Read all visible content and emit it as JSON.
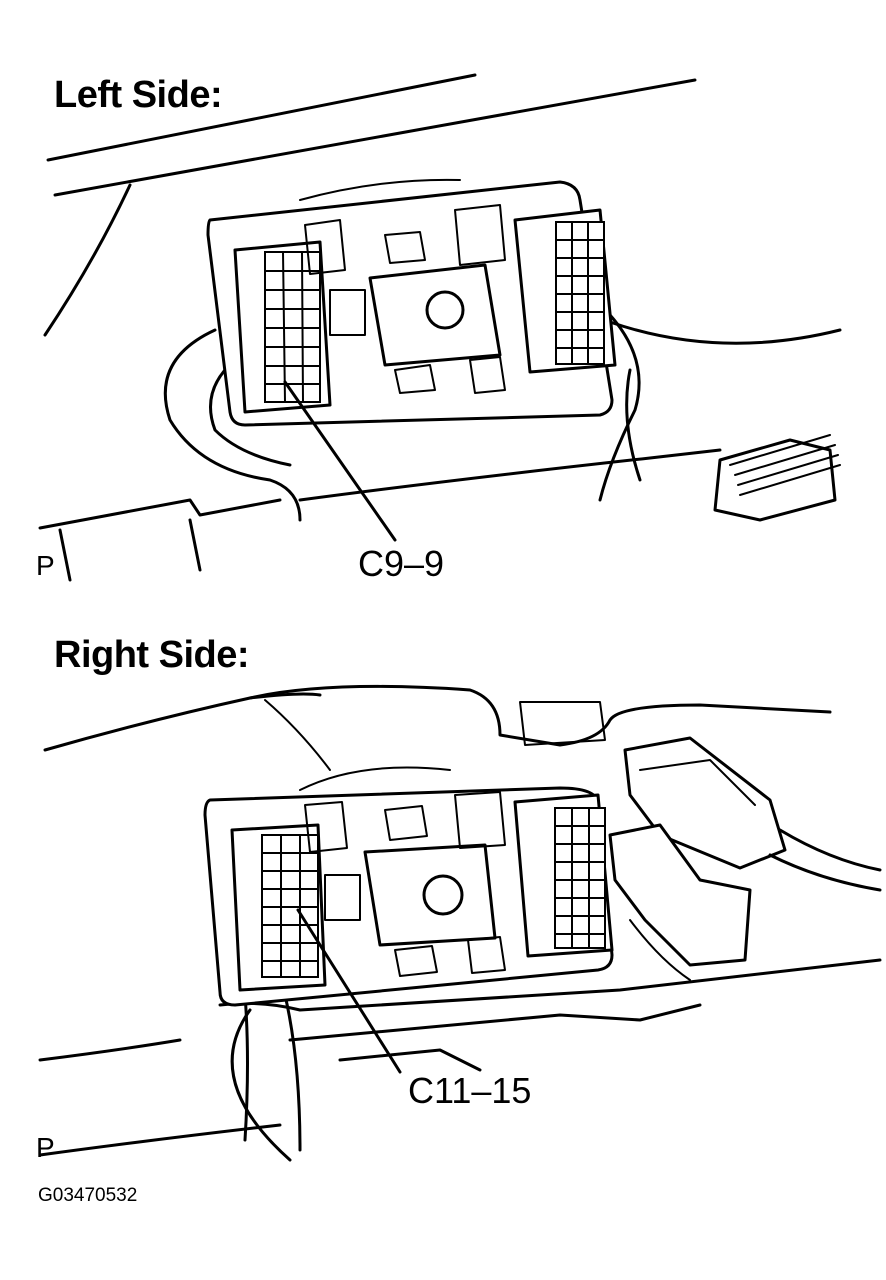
{
  "diagram": {
    "left_panel": {
      "heading": "Left Side:",
      "callout": "C9–9",
      "corner_mark": "P"
    },
    "right_panel": {
      "heading": "Right Side:",
      "callout": "C11–15",
      "corner_mark": "P"
    },
    "figure_id": "G03470532"
  }
}
